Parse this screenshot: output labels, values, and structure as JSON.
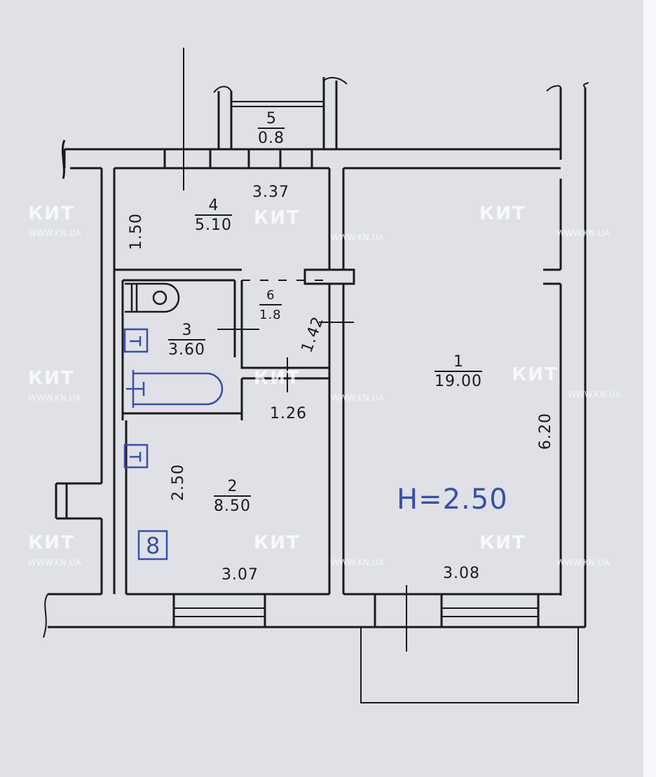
{
  "rooms": [
    {
      "number": "1",
      "area": "19.00"
    },
    {
      "number": "2",
      "area": "8.50"
    },
    {
      "number": "3",
      "area": "3.60"
    },
    {
      "number": "4",
      "area": "5.10"
    },
    {
      "number": "5",
      "area": "0.8"
    },
    {
      "number": "6",
      "area": "1.8"
    }
  ],
  "dimensions": {
    "d_337": "3.37",
    "d_150": "1.50",
    "d_142": "1.42",
    "d_126": "1.26",
    "d_250": "2.50",
    "d_307": "3.07",
    "d_308": "3.08",
    "d_620": "6.20"
  },
  "ceiling_height": "H=2.50",
  "kitchen_marker": "8",
  "watermark": {
    "logo": "КИТ",
    "url": "WWW.KN.UA"
  },
  "colors": {
    "ink": "#1a1a1a",
    "blue_ink": "#3a4fa8",
    "paper": "#dfe1e7"
  }
}
